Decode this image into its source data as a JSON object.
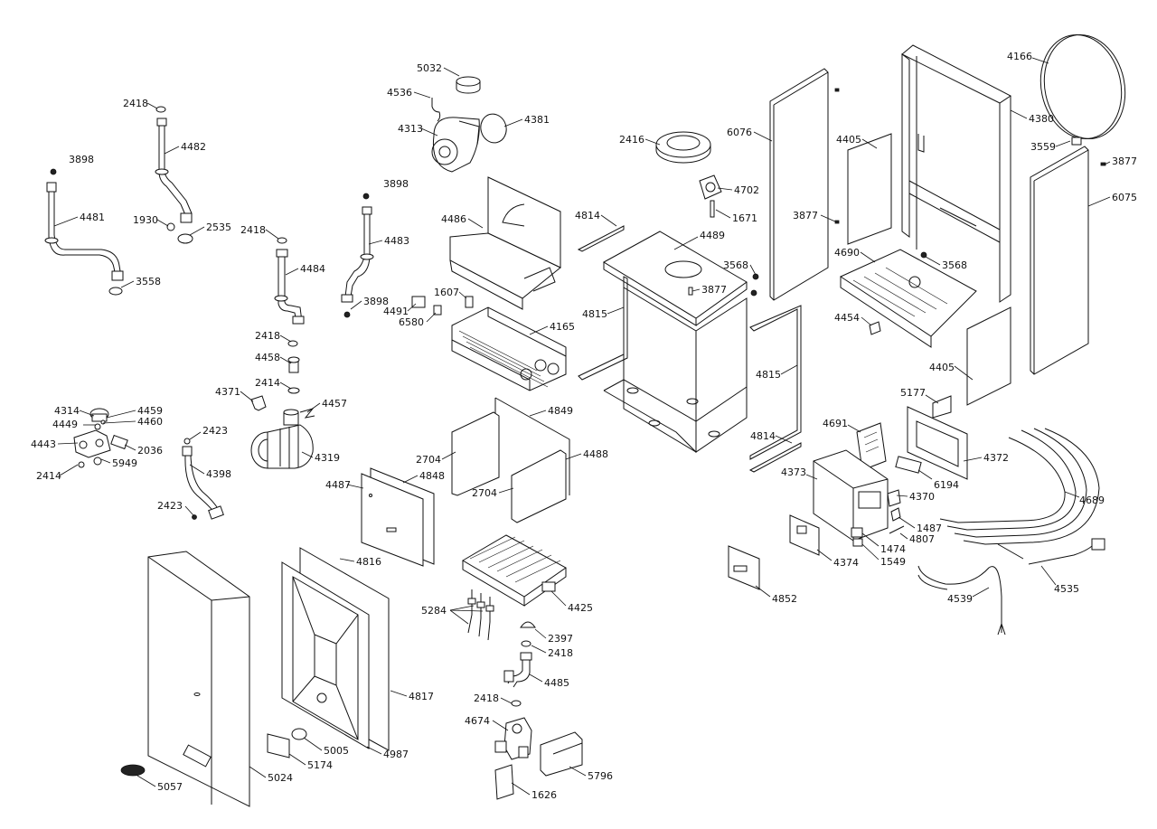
{
  "parts": {
    "p5032": "5032",
    "p4536": "4536",
    "p4313": "4313",
    "p4381": "4381",
    "p4166": "4166",
    "p4380": "4380",
    "p3559": "3559",
    "p3877a": "3877",
    "p6075": "6075",
    "p6076": "6076",
    "p4405a": "4405",
    "p3877b": "3877",
    "p4690": "4690",
    "p3568a": "3568",
    "p3568b": "3568",
    "p4454": "4454",
    "p4405b": "4405",
    "p2416": "2416",
    "p4702": "4702",
    "p1671": "1671",
    "p4814a": "4814",
    "p4489": "4489",
    "p3877c": "3877",
    "p4815a": "4815",
    "p4815b": "4815",
    "p4814b": "4814",
    "p4486": "4486",
    "p1607": "1607",
    "p4491": "4491",
    "p6580": "6580",
    "p4165": "4165",
    "p2418a": "2418",
    "p4482": "4482",
    "p3898a": "3898",
    "p4481": "4481",
    "p1930": "1930",
    "p2535": "2535",
    "p3558": "3558",
    "p3898b": "3898",
    "p4483": "4483",
    "p2418b": "2418",
    "p4484": "4484",
    "p3898c": "3898",
    "p2418c": "2418",
    "p4458": "4458",
    "p2414a": "2414",
    "p4371": "4371",
    "p4457": "4457",
    "p4319": "4319",
    "p4314": "4314",
    "p4459": "4459",
    "p4449": "4449",
    "p4460": "4460",
    "p4443": "4443",
    "p2036": "2036",
    "p5949": "5949",
    "p2414b": "2414",
    "p2423a": "2423",
    "p4398": "4398",
    "p2423b": "2423",
    "p4849": "4849",
    "p2704a": "2704",
    "p4488": "4488",
    "p4848": "4848",
    "p4487": "4487",
    "p2704b": "2704",
    "p5177": "5177",
    "p4691": "4691",
    "p4372": "4372",
    "p6194": "6194",
    "p4373": "4373",
    "p4370": "4370",
    "p4689": "4689",
    "p1487": "1487",
    "p4807": "4807",
    "p1474": "1474",
    "p4374": "4374",
    "p1549": "1549",
    "p4852": "4852",
    "p4539": "4539",
    "p4535": "4535",
    "p4816": "4816",
    "p4425": "4425",
    "p5284": "5284",
    "p2397": "2397",
    "p2418d": "2418",
    "p4485": "4485",
    "p4817": "4817",
    "p2418e": "2418",
    "p4674": "4674",
    "p5005": "5005",
    "p4987": "4987",
    "p5174": "5174",
    "p5024": "5024",
    "p5796": "5796",
    "p1626": "1626",
    "p5057": "5057"
  }
}
